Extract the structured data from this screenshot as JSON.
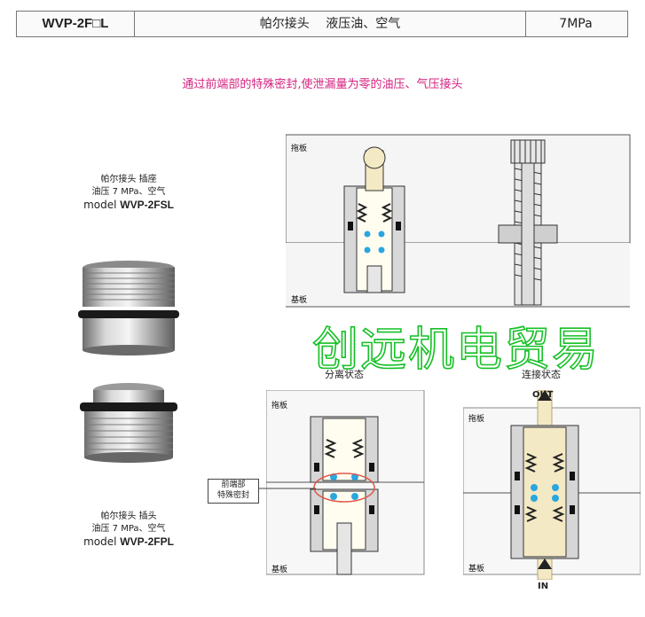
{
  "header": {
    "model": "WVP-2F□L",
    "description": "帕尔接头　 液压油、空气",
    "pressure": "7MPa"
  },
  "tagline": "通过前端部的特殊密封,使泄漏量为零的油压、气压接头",
  "products": [
    {
      "line1": "帕尔接头 插座",
      "line2": "油压 7 MPa、空气",
      "model_prefix": "model",
      "model": "WVP-2FSL"
    },
    {
      "line1": "帕尔接头 插头",
      "line2": "油压 7 MPa、空气",
      "model_prefix": "model",
      "model": "WVP-2FPL"
    }
  ],
  "diagram_labels": {
    "top_plate": "拖板",
    "base_plate": "基板",
    "separated": "分离状态",
    "connected": "连接状态",
    "out": "OUT",
    "in": "IN",
    "front_seal_line1": "前端部",
    "front_seal_line2": "特殊密封"
  },
  "watermark": "创远机电贸易",
  "colors": {
    "tagline": "#d4217f",
    "watermark": "#16c026",
    "seal": "#2aa6df",
    "fluid": "#f3e9c4"
  }
}
